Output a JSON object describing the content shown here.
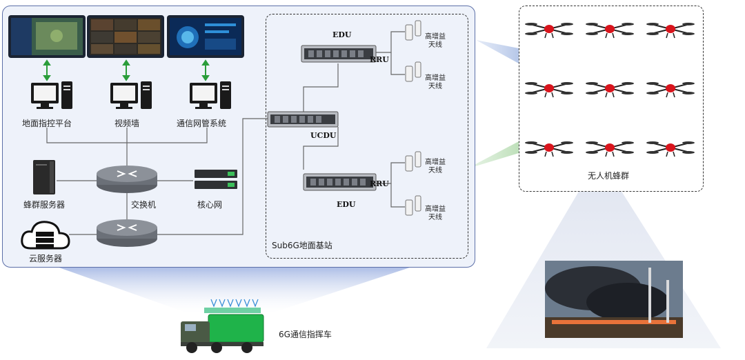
{
  "platforms": [
    {
      "name": "ground-command-platform",
      "label": "地面指控平台"
    },
    {
      "name": "video-wall",
      "label": "视频墙"
    },
    {
      "name": "network-management-system",
      "label": "通信网管系统"
    }
  ],
  "left_nodes": {
    "swarm_server": "蜂群服务器",
    "switch": "交换机",
    "core_network": "核心网",
    "cloud_server": "云服务器"
  },
  "station": {
    "title": "Sub6G地面基站",
    "ucdu": "UCDU",
    "edu_top": "EDU",
    "edu_bottom": "EDU",
    "rru_top": "RRU",
    "rru_bottom": "RRU",
    "antenna_label_line1": "高增益",
    "antenna_label_line2": "天线"
  },
  "swarm": {
    "label": "无人机蜂群"
  },
  "vehicle": {
    "label": "6G通信指挥车"
  },
  "colors": {
    "panel_border": "#5c6fa8",
    "panel_fill": "#eef2fa",
    "drone_accent": "#d8141c",
    "link_green": "#2a9d3a"
  }
}
